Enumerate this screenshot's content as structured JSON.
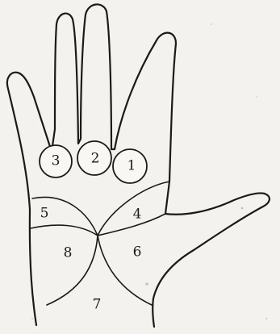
{
  "labels": {
    "r1": "1",
    "r2": "2",
    "r3": "3",
    "r4": "4",
    "r5": "5",
    "r6": "6",
    "r7": "7",
    "r8": "8"
  },
  "colors": {
    "background": "#f3f2ee",
    "ink": "#1a1a1a"
  }
}
